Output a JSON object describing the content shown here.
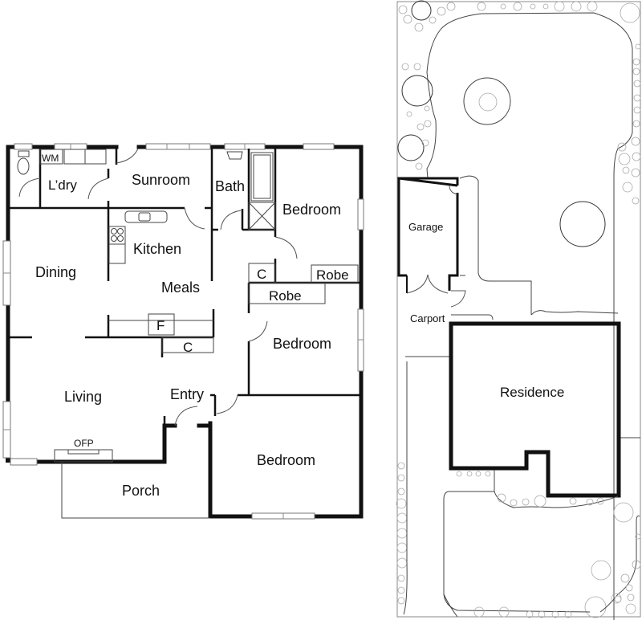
{
  "floor_plan": {
    "rooms": [
      {
        "id": "laundry",
        "label": "L’dry"
      },
      {
        "id": "sunroom",
        "label": "Sunroom"
      },
      {
        "id": "bath",
        "label": "Bath"
      },
      {
        "id": "bedroom1",
        "label": "Bedroom"
      },
      {
        "id": "kitchen",
        "label": "Kitchen"
      },
      {
        "id": "dining",
        "label": "Dining"
      },
      {
        "id": "meals",
        "label": "Meals"
      },
      {
        "id": "bedroom2",
        "label": "Bedroom"
      },
      {
        "id": "living",
        "label": "Living"
      },
      {
        "id": "entry",
        "label": "Entry"
      },
      {
        "id": "bedroom3",
        "label": "Bedroom"
      },
      {
        "id": "porch",
        "label": "Porch"
      }
    ],
    "fixtures": {
      "wm": "WM",
      "robe1": "Robe",
      "robe2": "Robe",
      "closet1": "C",
      "closet2": "C",
      "fridge": "F",
      "ofp": "OFP"
    }
  },
  "site_plan": {
    "labels": {
      "garage": "Garage",
      "carport": "Carport",
      "residence": "Residence"
    }
  }
}
